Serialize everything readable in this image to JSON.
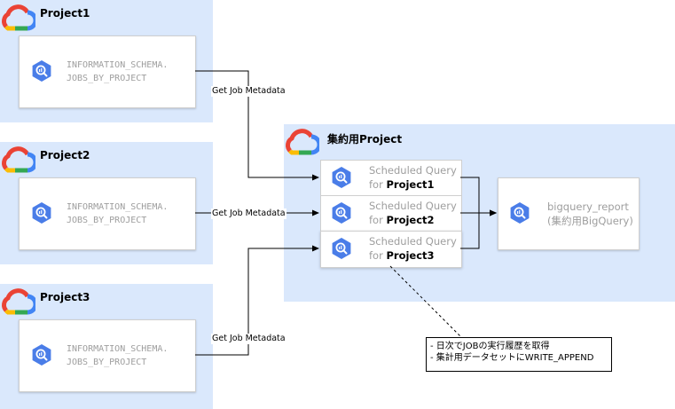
{
  "projects": [
    {
      "title": "Project1",
      "line1": "INFORMATION_SCHEMA.",
      "line2": "JOBS_BY_PROJECT"
    },
    {
      "title": "Project2",
      "line1": "INFORMATION_SCHEMA.",
      "line2": "JOBS_BY_PROJECT"
    },
    {
      "title": "Project3",
      "line1": "INFORMATION_SCHEMA.",
      "line2": "JOBS_BY_PROJECT"
    }
  ],
  "edge_labels": [
    "Get Job Metadata",
    "Get Job Metadata",
    "Get Job Metadata"
  ],
  "agg_project": {
    "title": "集約用Project",
    "queries": [
      {
        "line1": "Scheduled Query",
        "for_text": "for",
        "project": "Project1"
      },
      {
        "line1": "Scheduled Query",
        "for_text": "for",
        "project": "Project2"
      },
      {
        "line1": "Scheduled Query",
        "for_text": "for",
        "project": "Project3"
      }
    ],
    "report": {
      "line1": "bigquery_report",
      "line2": "(集約用BigQuery)"
    }
  },
  "note": {
    "line1": "- 日次でJOBの実行履歴を取得",
    "line2": "- 集計用データセットにWRITE_APPEND"
  },
  "colors": {
    "project_bg": "#dae8fc",
    "bq_blue": "#4a7de8",
    "cloud_red": "#ea4335",
    "cloud_blue": "#4285f4",
    "cloud_yellow": "#fbbc05",
    "cloud_green": "#34a853"
  }
}
